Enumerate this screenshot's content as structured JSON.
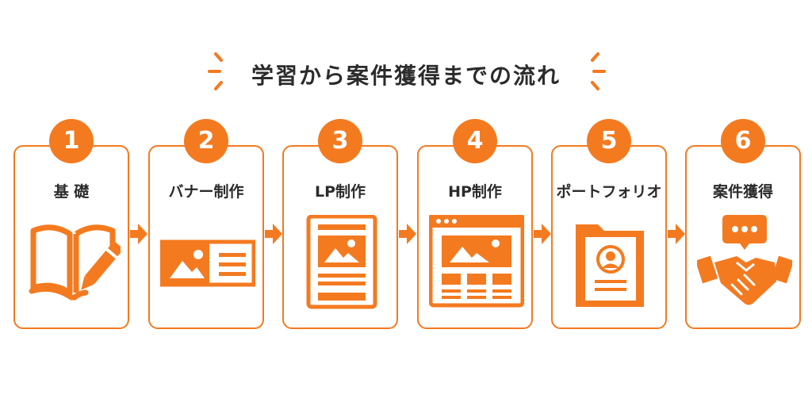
{
  "title": "学習から案件獲得までの流れ",
  "colors": {
    "accent": "#f47a20",
    "text": "#2b2b2b"
  },
  "steps": [
    {
      "number": "1",
      "label": "基 礎",
      "icon": "open-book-pencil-icon"
    },
    {
      "number": "2",
      "label": "バナー制作",
      "icon": "banner-image-icon"
    },
    {
      "number": "3",
      "label": "LP制作",
      "icon": "landing-page-icon"
    },
    {
      "number": "4",
      "label": "HP制作",
      "icon": "website-browser-icon"
    },
    {
      "number": "5",
      "label": "ポートフォリオ",
      "icon": "portfolio-folder-icon"
    },
    {
      "number": "6",
      "label": "案件獲得",
      "icon": "handshake-chat-icon"
    }
  ]
}
